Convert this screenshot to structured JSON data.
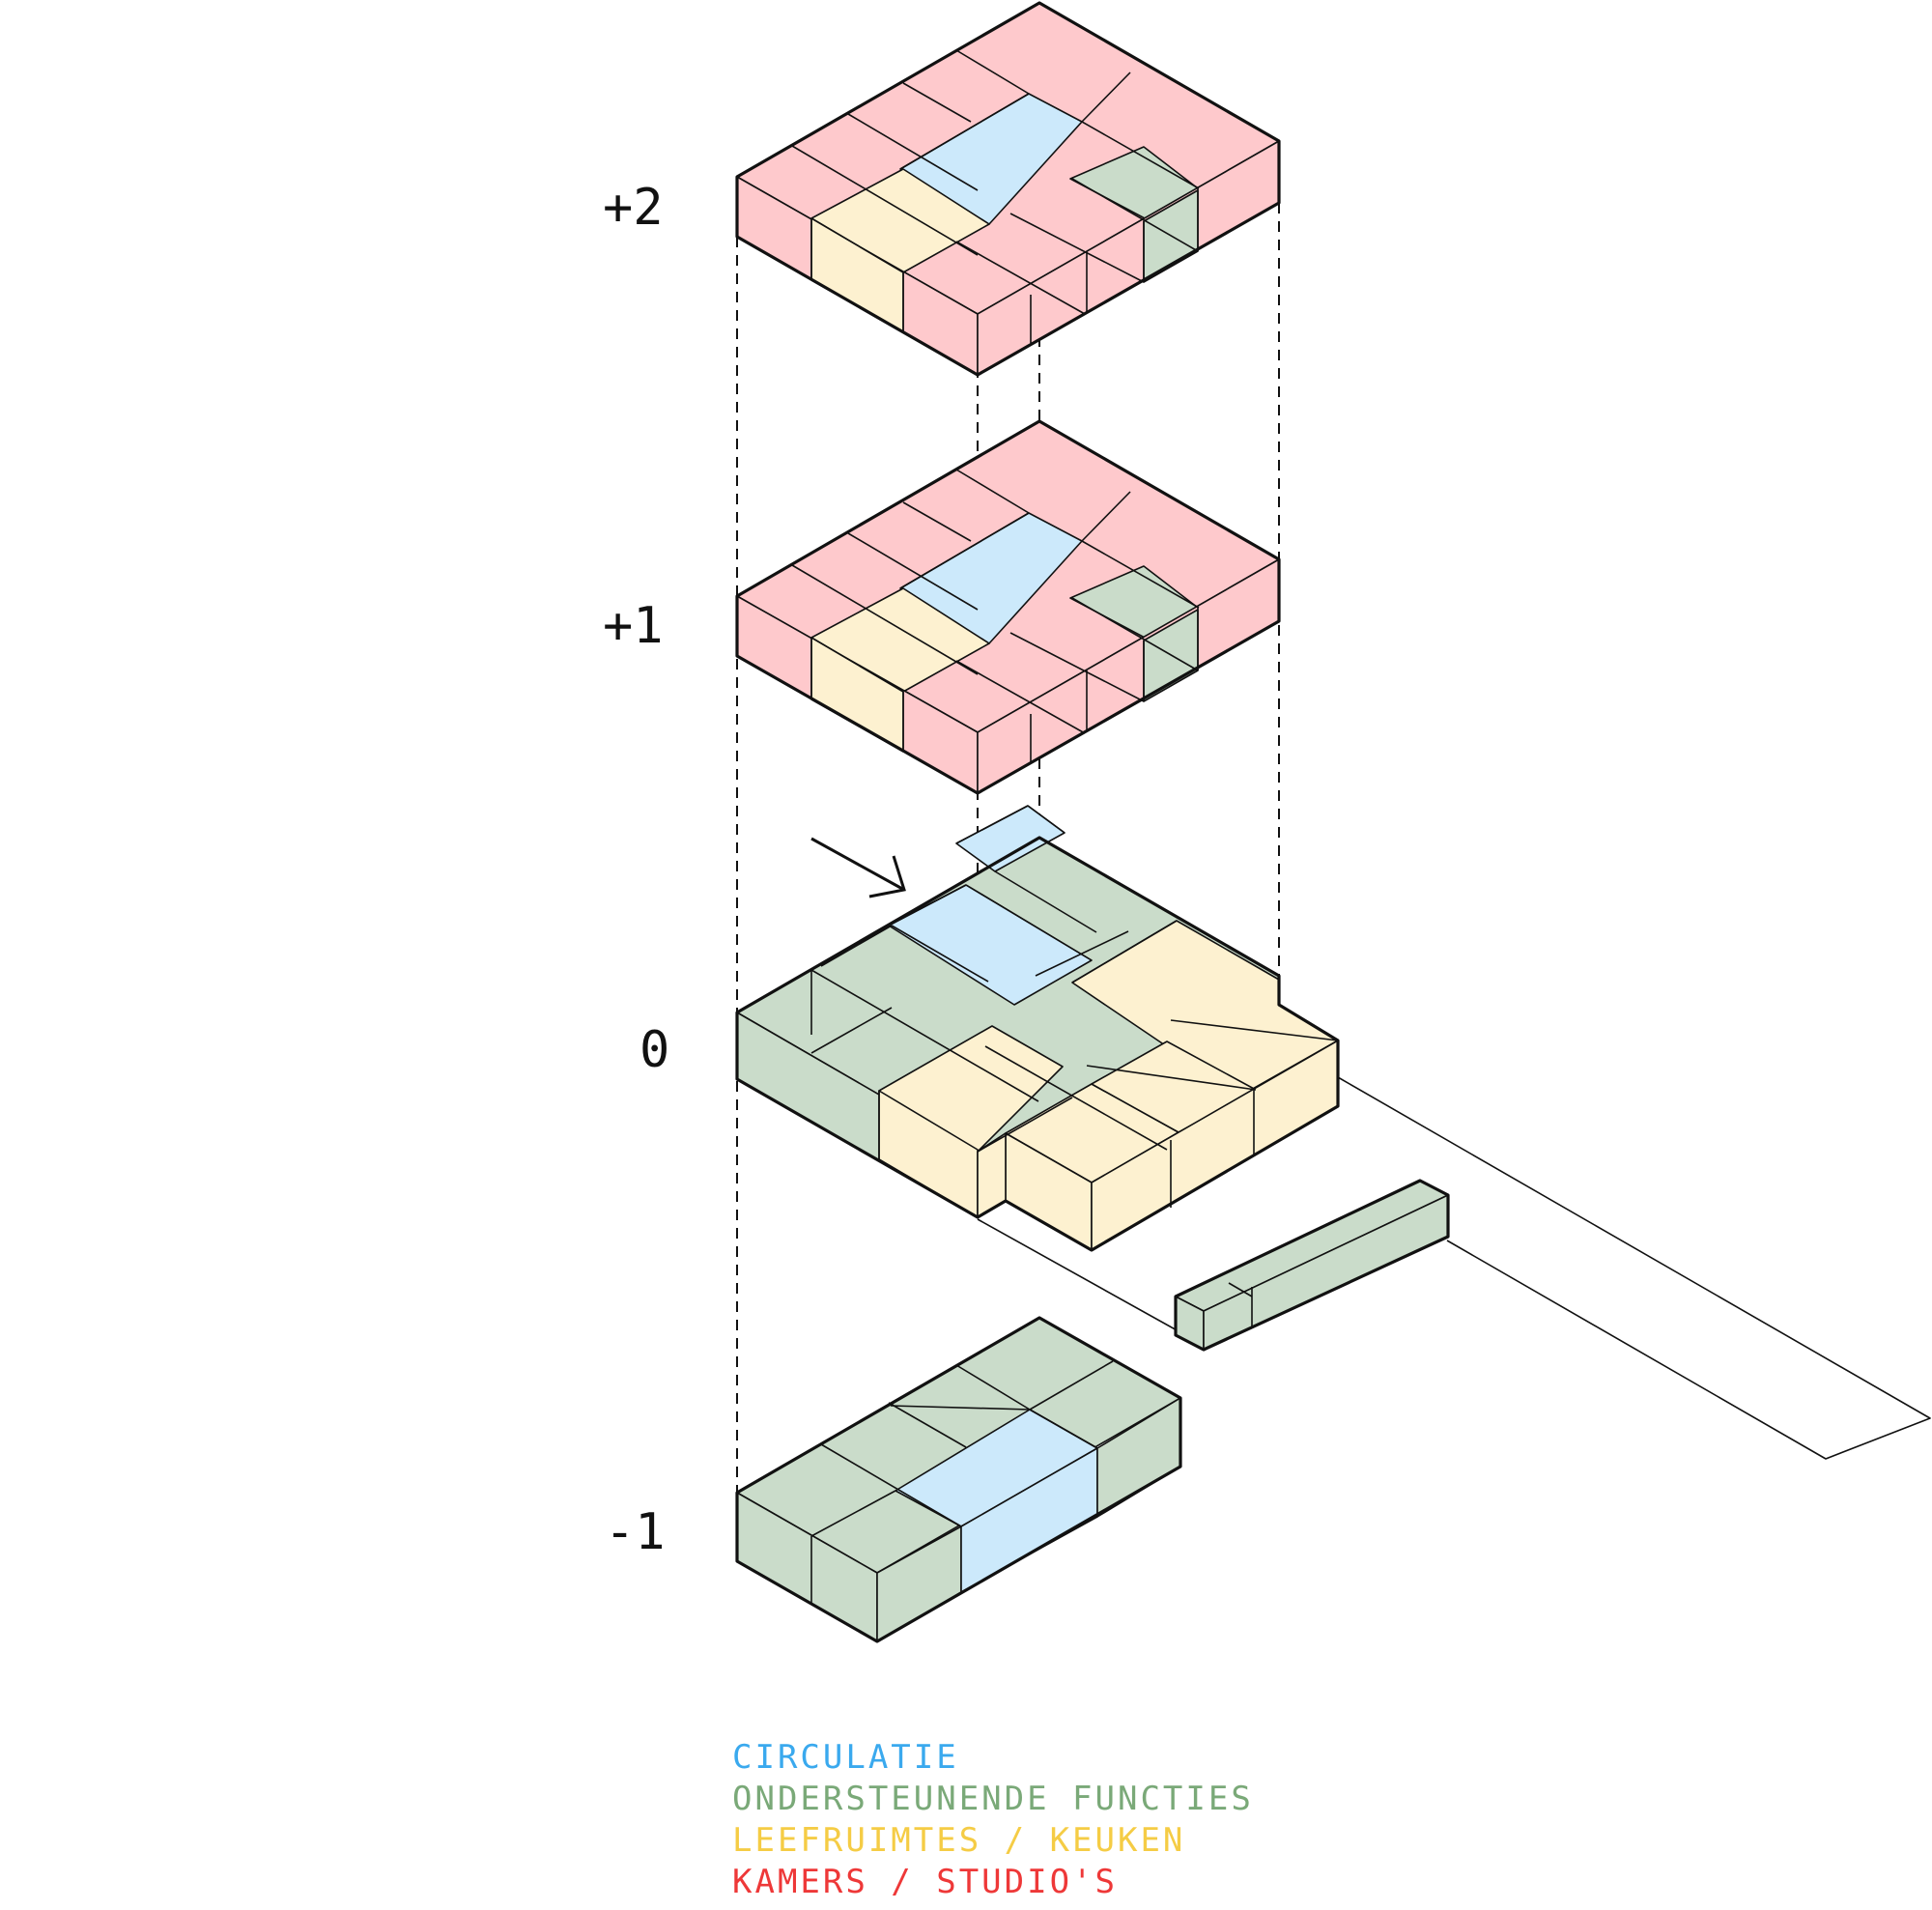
{
  "levels": [
    {
      "id": "plus2",
      "label": "+2"
    },
    {
      "id": "plus1",
      "label": "+1"
    },
    {
      "id": "ground",
      "label": "0"
    },
    {
      "id": "minus1",
      "label": "-1"
    }
  ],
  "legend": [
    {
      "key": "circulation",
      "text": "CIRCULATIE",
      "color": "#3aa9ee"
    },
    {
      "key": "support",
      "text": "ONDERSTEUNENDE FUNCTIES",
      "color": "#7aa978"
    },
    {
      "key": "living",
      "text": "LEEFRUIMTES / KEUKEN",
      "color": "#f5cc45"
    },
    {
      "key": "rooms",
      "text": "KAMERS / STUDIO'S",
      "color": "#ee3838"
    }
  ],
  "fills": {
    "circulation": "#cce9fb",
    "support": "#cadcca",
    "living": "#fdf1d0",
    "rooms": "#fec9cc"
  }
}
